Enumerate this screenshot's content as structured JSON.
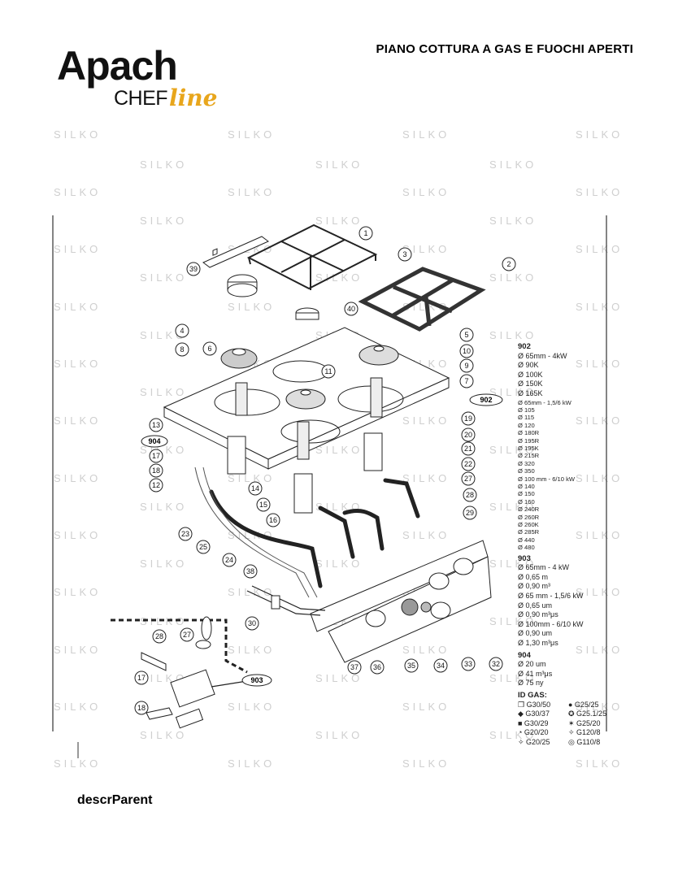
{
  "header": {
    "logo_brand": "Apach",
    "logo_chef": "CHEF",
    "logo_line": "line",
    "title": "PIANO COTTURA A GAS E FUOCHI APERTI"
  },
  "watermark_text": "SILKO",
  "callouts": [
    "1",
    "2",
    "3",
    "4",
    "5",
    "6",
    "7",
    "8",
    "9",
    "10",
    "11",
    "12",
    "13",
    "14",
    "15",
    "16",
    "17",
    "18",
    "19",
    "20",
    "21",
    "22",
    "23",
    "24",
    "25",
    "27",
    "28",
    "29",
    "30",
    "32",
    "33",
    "34",
    "35",
    "36",
    "37",
    "38",
    "39",
    "40",
    "17",
    "18",
    "27",
    "28"
  ],
  "codes": [
    "902",
    "904",
    "903"
  ],
  "legend": {
    "group_902": {
      "title": "902",
      "items": [
        "Ø 65mm - 4kW",
        "Ø 90K",
        "Ø 100K",
        "Ø 150K",
        "Ø 165K"
      ],
      "items_b": [
        "Ø 65mm - 1,5/6 kW",
        "Ø 105",
        "Ø 115",
        "Ø 120",
        "Ø 180R",
        "Ø 195R",
        "Ø 195K",
        "Ø 215R",
        "Ø 320",
        "Ø 350"
      ],
      "items_c": [
        "Ø 100 mm - 6/10 kW",
        "Ø 140",
        "Ø 150",
        "Ø 160",
        "Ø 240R",
        "Ø 260R",
        "Ø 260K",
        "Ø 285R",
        "Ø 440",
        "Ø 480"
      ]
    },
    "group_903": {
      "title": "903",
      "items": [
        "Ø 65mm - 4 kW",
        "Ø 0,65 m",
        "Ø 0,90 m³",
        "Ø 65 mm - 1,5/6 kW",
        "Ø 0,65 um",
        "Ø 0,90 m³μs"
      ],
      "items_b": [
        "Ø 100mm - 6/10 kW",
        "Ø 0,90 um",
        "Ø 1,30 m³μs"
      ]
    },
    "group_904": {
      "title": "904",
      "items": [
        "Ø 20 um",
        "Ø 41 m³μs",
        "Ø 75 ny"
      ]
    },
    "id_gas": {
      "title": "ID GAS:",
      "items": [
        "❒ G30/50",
        "● G25/25",
        "◆ G30/37",
        "✪ G25.1/25",
        "■ G30/29",
        "✶ G25/20",
        "◔ G20/20",
        "✧ G120/8",
        "✧ G20/25",
        "◎ G110/8"
      ]
    }
  },
  "footer": {
    "descr": "descrParent"
  }
}
